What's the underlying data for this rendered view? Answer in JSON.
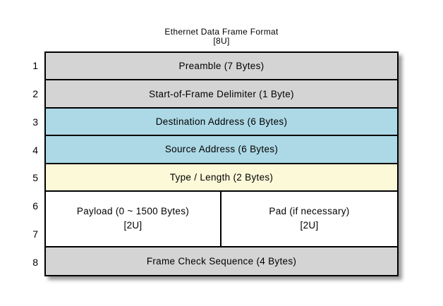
{
  "diagram": {
    "title": "Ethernet Data Frame Format",
    "subtitle": "[8U]",
    "row_numbers": [
      "1",
      "2",
      "3",
      "4",
      "5",
      "6",
      "7",
      "8"
    ],
    "rows": [
      {
        "number": "1",
        "label": "Preamble (7 Bytes)",
        "color": "#d4d4d4"
      },
      {
        "number": "2",
        "label": "Start-of-Frame Delimiter (1 Byte)",
        "color": "#d4d4d4"
      },
      {
        "number": "3",
        "label": "Destination Address (6 Bytes)",
        "color": "#add9e6"
      },
      {
        "number": "4",
        "label": "Source Address (6 Bytes)",
        "color": "#add9e6"
      },
      {
        "number": "5",
        "label": "Type / Length (2 Bytes)",
        "color": "#fcf9d8"
      },
      {
        "number": "6/7",
        "color": "#ffffff",
        "cells": [
          {
            "label": "Payload (0 ~ 1500 Bytes)",
            "units": "[2U]"
          },
          {
            "label": "Pad (if necessary)",
            "units": "[2U]"
          }
        ]
      },
      {
        "number": "8",
        "label": "Frame Check Sequence (4 Bytes)",
        "color": "#d4d4d4"
      }
    ]
  },
  "colors": {
    "background": "#ffffff",
    "border": "#000000",
    "gray_field": "#d4d4d4",
    "blue_field": "#add9e6",
    "yellow_field": "#fcf9d8",
    "white_field": "#ffffff",
    "shadow": "#9e9e9e",
    "text": "#000000"
  }
}
